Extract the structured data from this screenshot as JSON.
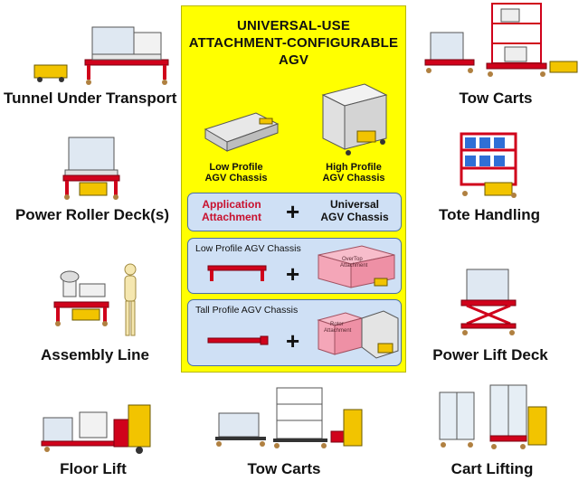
{
  "labels": {
    "tunnel": "Tunnel Under Transport",
    "tow_carts_top": "Tow Carts",
    "roller": "Power Roller Deck(s)",
    "tote": "Tote Handling",
    "assembly": "Assembly Line",
    "lift_deck": "Power Lift Deck",
    "floor_lift": "Floor Lift",
    "tow_carts_bottom": "Tow Carts",
    "cart_lifting": "Cart Lifting"
  },
  "panel": {
    "title_line1": "UNIVERSAL-USE",
    "title_line2": "ATTACHMENT-CONFIGURABLE",
    "title_line3": "AGV",
    "low_profile_line1": "Low Profile",
    "low_profile_line2": "AGV Chassis",
    "high_profile_line1": "High Profile",
    "high_profile_line2": "AGV Chassis",
    "eq_left_line1": "Application",
    "eq_left_line2": "Attachment",
    "eq_plus": "+",
    "eq_right_line1": "Universal",
    "eq_right_line2": "AGV Chassis",
    "box2_title": "Low Profile AGV Chassis",
    "box2_plus": "+",
    "box2_attach_line1": "OverTop",
    "box2_attach_line2": "Attachment",
    "box3_title": "Tall Profile AGV Chassis",
    "box3_plus": "+",
    "box3_attach_line1": "Rotor",
    "box3_attach_line2": "Attachment"
  },
  "colors": {
    "panel_yellow": "#ffff00",
    "cart_red": "#d0021b",
    "agv_yellow": "#f2c400",
    "box_blue": "#cfe0f5",
    "attachment_pink": "#f4a6b8"
  }
}
